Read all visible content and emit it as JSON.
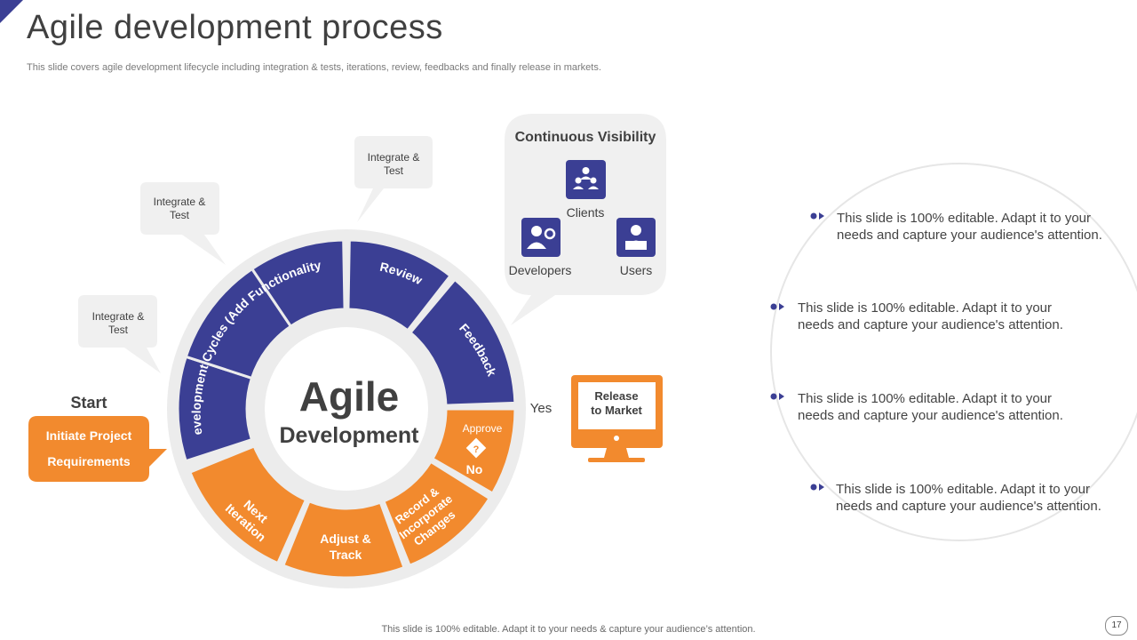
{
  "header": {
    "title": "Agile development process",
    "subtitle": "This slide covers agile development lifecycle including integration & tests, iterations, review, feedbacks and finally release in markets."
  },
  "footer": {
    "text": "This slide is 100% editable. Adapt it to your needs & capture your audience’s attention.",
    "page": "17"
  },
  "colors": {
    "blue": "#3b3f94",
    "orange": "#f28a2e",
    "grey": "#f0f0f0",
    "text": "#404040"
  },
  "wheel": {
    "center_line1": "Agile",
    "center_line2": "Development",
    "segments": {
      "dev_cycles": "Development Cycles (Add Functionality)",
      "review": "Review",
      "feedback": "Feedback",
      "approve": "Approve",
      "approve_no": "No",
      "record_1": "Record &",
      "record_2": "Incorporate",
      "record_3": "Changes",
      "adjust_1": "Adjust &",
      "adjust_2": "Track",
      "next_1": "Next",
      "next_2": "Iteration"
    }
  },
  "callouts": [
    {
      "line1": "Integrate &",
      "line2": "Test"
    },
    {
      "line1": "Integrate &",
      "line2": "Test"
    },
    {
      "line1": "Integrate &",
      "line2": "Test"
    }
  ],
  "start": {
    "label": "Start",
    "box_line1": "Initiate Project",
    "box_line2": "Requirements"
  },
  "visibility": {
    "title": "Continuous Visibility",
    "clients": "Clients",
    "developers": "Developers",
    "users": "Users"
  },
  "release": {
    "yes": "Yes",
    "line1": "Release",
    "line2": "to Market"
  },
  "bullets": [
    {
      "line1": "This slide is 100% editable. Adapt it to your",
      "line2": "needs and capture your audience's attention."
    },
    {
      "line1": "This slide is 100% editable. Adapt it to your",
      "line2": "needs and capture your audience's attention."
    },
    {
      "line1": "This slide is 100% editable. Adapt it to your",
      "line2": "needs and capture your audience's attention."
    },
    {
      "line1": "This slide is 100% editable. Adapt it to your",
      "line2": "needs and capture your audience's attention."
    }
  ]
}
